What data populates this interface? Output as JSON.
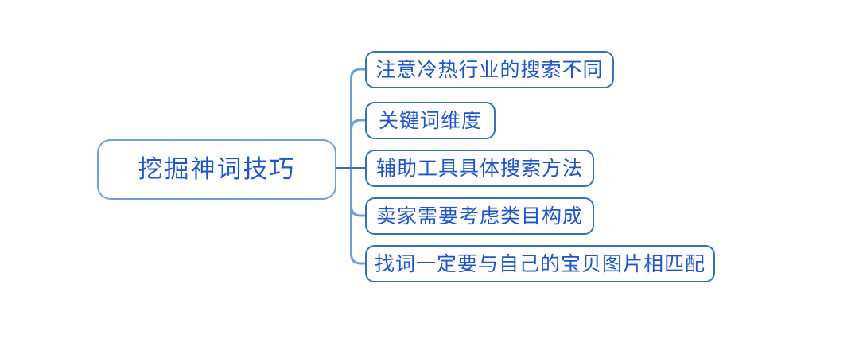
{
  "diagram": {
    "type": "mindmap",
    "orientation": "left-to-right",
    "title": "挖掘神词技巧",
    "colors": {
      "text": "#1f56c4",
      "node_border": "#3a6fb5",
      "root_border": "#6f9fd8",
      "connector": "#6f9fd8",
      "connector_main": "#3a6fb5",
      "background": "#ffffff"
    },
    "root": {
      "label": "挖掘神词技巧"
    },
    "children": [
      {
        "label": "注意冷热行业的搜索不同"
      },
      {
        "label": "关键词维度"
      },
      {
        "label": "辅助工具具体搜索方法"
      },
      {
        "label": "卖家需要考虑类目构成"
      },
      {
        "label": "找词一定要与自己的宝贝图片相匹配"
      }
    ]
  }
}
